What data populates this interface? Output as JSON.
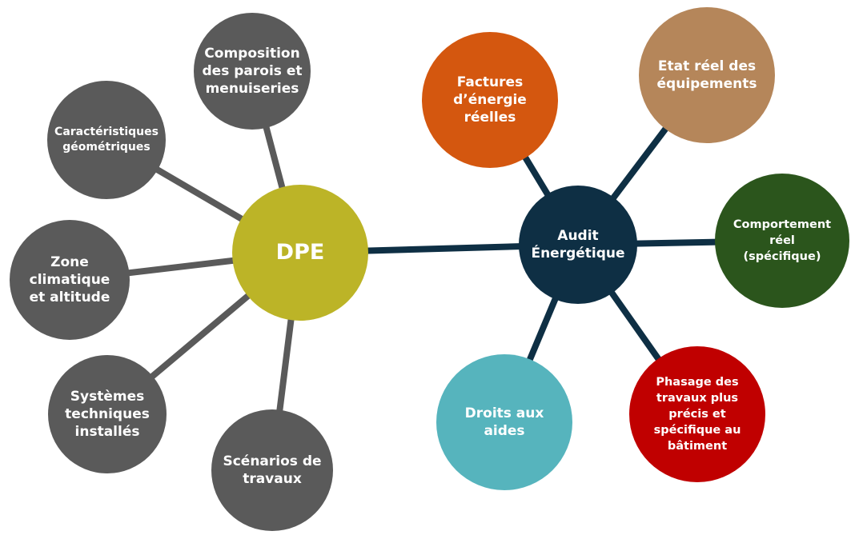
{
  "hubs": {
    "dpe": {
      "label": "DPE",
      "color": "#bcb427"
    },
    "audit": {
      "label": "Audit\nÉnergétique",
      "color": "#0e2f44"
    }
  },
  "dpe_nodes": [
    {
      "label": "Composition\ndes parois et\nmenuiseries"
    },
    {
      "label": "Caractéristiques\ngéométriques"
    },
    {
      "label": "Zone\nclimatique\net altitude"
    },
    {
      "label": "Systèmes\ntechniques\ninstallés"
    },
    {
      "label": "Scénarios de\ntravaux"
    }
  ],
  "audit_nodes": [
    {
      "label": "Factures\nd’énergie\nréelles",
      "color": "#d4570f"
    },
    {
      "label": "Etat réel des\néquipements",
      "color": "#b5865a"
    },
    {
      "label": "Comportement\nréel\n(spécifique)",
      "color": "#2b551c"
    },
    {
      "label": "Phasage des\ntravaux plus\nprécis et\nspécifique au\nbâtiment",
      "color": "#c00000"
    },
    {
      "label": "Droits aux\naides",
      "color": "#56b4bd"
    }
  ],
  "colors": {
    "dpe_connector": "#5a5a5a",
    "audit_connector": "#0e2f44",
    "gray_node": "#5a5a5a"
  }
}
